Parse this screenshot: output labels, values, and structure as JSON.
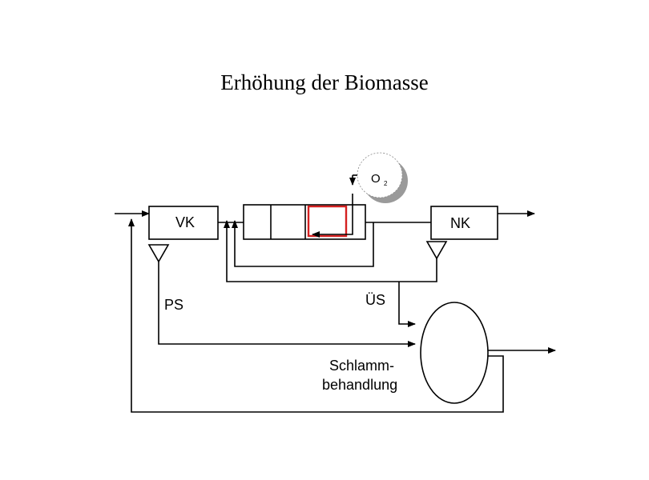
{
  "title": "Erhöhung der Biomasse",
  "labels": {
    "vk": "VK",
    "nk": "NK",
    "ps": "PS",
    "us": "ÜS",
    "o2_main": "O",
    "o2_sub": "2",
    "sludge_line1": "Schlamm-",
    "sludge_line2": "behandlung"
  },
  "colors": {
    "highlight": "#d42020",
    "shadow": "#9a9a9a",
    "line": "#000000"
  }
}
